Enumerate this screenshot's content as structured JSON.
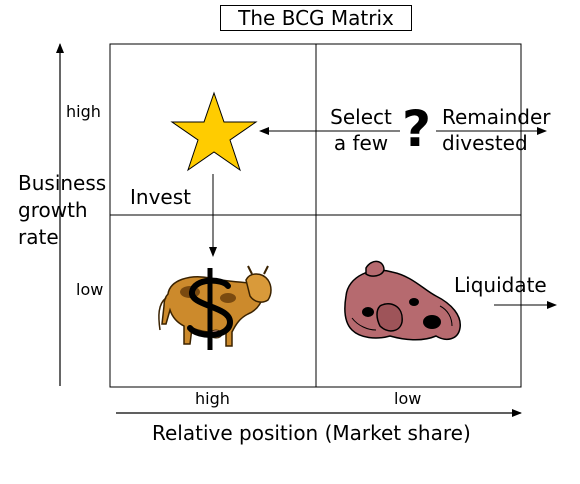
{
  "title": "The BCG Matrix",
  "y_axis": {
    "label_lines": [
      "Business",
      "growth",
      "rate"
    ],
    "ticks": {
      "high": "high",
      "low": "low"
    }
  },
  "x_axis": {
    "label": "Relative position (Market share)",
    "ticks": {
      "high": "high",
      "low": "low"
    }
  },
  "quadrants": {
    "star": {
      "icon": "star-icon",
      "color": "#ffcc00"
    },
    "question": {
      "left_lines": [
        "Select",
        "a few"
      ],
      "symbol": "?",
      "right_lines": [
        "Remainder",
        "divested"
      ]
    },
    "cash_cow": {
      "icon": "cash-cow-dollar-icon",
      "color": "#cc8a2c"
    },
    "dog": {
      "icon": "dog-icon",
      "color": "#b66a6f",
      "action": "Liquidate"
    }
  },
  "arrow_labels": {
    "invest": "Invest"
  }
}
